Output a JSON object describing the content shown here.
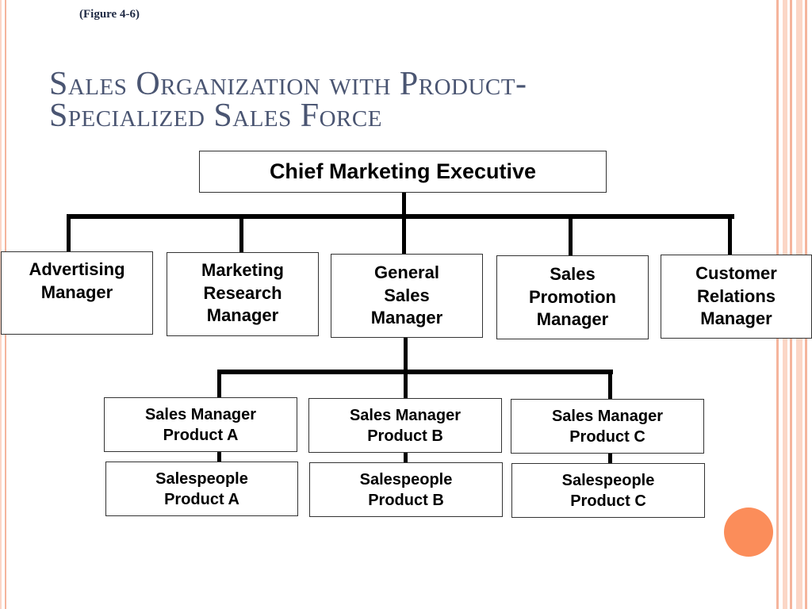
{
  "figure_ref": "(Figure 4-6)",
  "title": "Sales Organization with Product-Specialized Sales Force",
  "colors": {
    "accent_orange": "#fb8d5a",
    "frame_pink": "#f5b49c",
    "frame_light": "#fbd6c6",
    "title_text": "#4a5572"
  },
  "org": {
    "top": {
      "label": "Chief Marketing Executive"
    },
    "level2": [
      {
        "label": "Advertising Manager"
      },
      {
        "label": "Marketing Research Manager"
      },
      {
        "label": "General Sales Manager"
      },
      {
        "label": "Sales Promotion Manager"
      },
      {
        "label": "Customer Relations Manager"
      }
    ],
    "level3": [
      {
        "label": "Sales Manager Product A"
      },
      {
        "label": "Sales Manager Product B"
      },
      {
        "label": "Sales Manager Product C"
      }
    ],
    "level4": [
      {
        "label": "Salespeople Product A"
      },
      {
        "label": "Salespeople Product B"
      },
      {
        "label": "Salespeople Product C"
      }
    ]
  }
}
